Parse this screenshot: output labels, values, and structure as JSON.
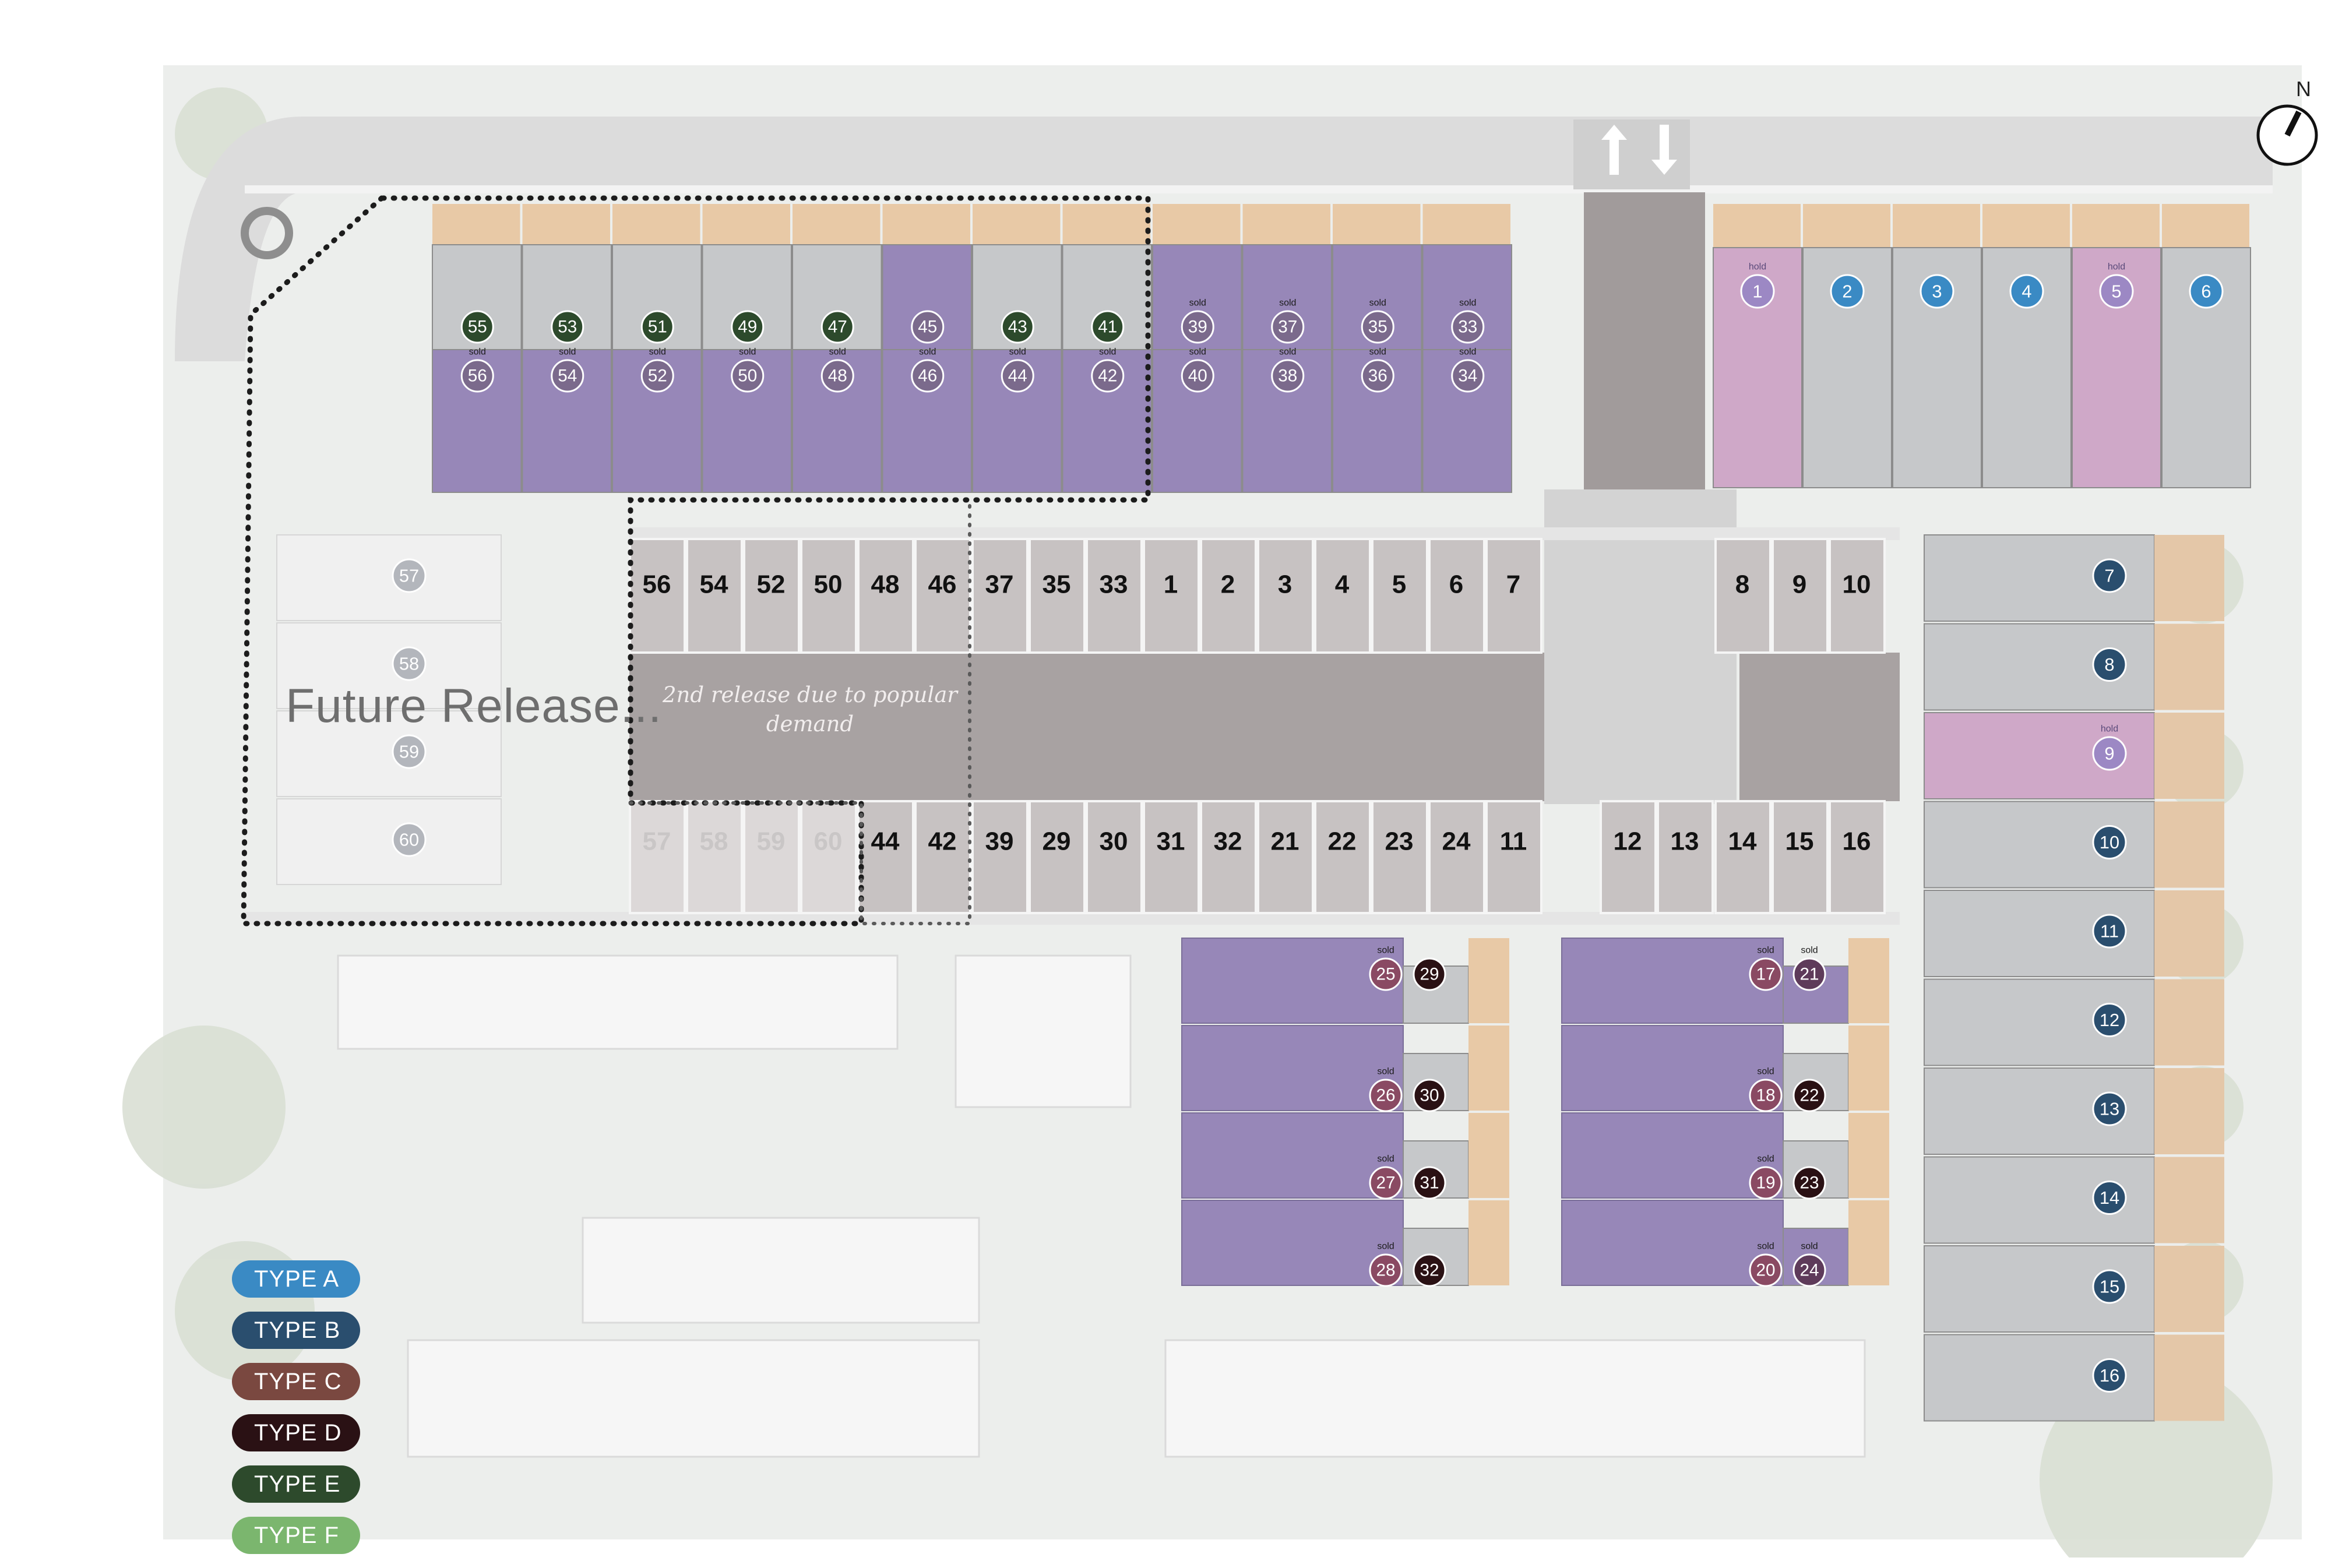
{
  "colors": {
    "type_a": "#3a8ac4",
    "type_b": "#2a4e6e",
    "type_c": "#7a4840",
    "type_d": "#2a1114",
    "type_e": "#2d4a2c",
    "type_f": "#7bb66e",
    "sold_purple": "#9787b8",
    "hold_pink": "#cfa8c8",
    "available_grey": "#c6c8ca",
    "road": "#a8a2a2",
    "badge_sold": "#7b6a8c",
    "badge_pink": "#8a4a63"
  },
  "legend": [
    {
      "label": "TYPE A",
      "color": "#3a8ac4"
    },
    {
      "label": "TYPE B",
      "color": "#2a4e6e"
    },
    {
      "label": "TYPE C",
      "color": "#7a4840"
    },
    {
      "label": "TYPE D",
      "color": "#2a1114"
    },
    {
      "label": "TYPE E",
      "color": "#2d4a2c"
    },
    {
      "label": "TYPE F",
      "color": "#7bb66e"
    }
  ],
  "labels": {
    "future_release": "Future Release...",
    "second_release": "2nd release due to popular demand",
    "north": "N",
    "sold": "sold",
    "hold": "hold"
  },
  "lots": [
    {
      "number": "55",
      "type": "E",
      "status": "available"
    },
    {
      "number": "53",
      "type": "E",
      "status": "available"
    },
    {
      "number": "51",
      "type": "E",
      "status": "available"
    },
    {
      "number": "49",
      "type": "E",
      "status": "available"
    },
    {
      "number": "47",
      "type": "E",
      "status": "available"
    },
    {
      "number": "45",
      "type": "E",
      "status": "sold-unlabeled"
    },
    {
      "number": "43",
      "type": "E",
      "status": "available"
    },
    {
      "number": "41",
      "type": "E",
      "status": "available"
    },
    {
      "number": "39",
      "type": "E",
      "status": "sold"
    },
    {
      "number": "37",
      "type": "E",
      "status": "sold"
    },
    {
      "number": "35",
      "type": "E",
      "status": "sold"
    },
    {
      "number": "33",
      "type": "E",
      "status": "sold"
    },
    {
      "number": "56",
      "type": "E",
      "status": "sold"
    },
    {
      "number": "54",
      "type": "E",
      "status": "sold"
    },
    {
      "number": "52",
      "type": "E",
      "status": "sold"
    },
    {
      "number": "50",
      "type": "E",
      "status": "sold"
    },
    {
      "number": "48",
      "type": "E",
      "status": "sold"
    },
    {
      "number": "46",
      "type": "E",
      "status": "sold"
    },
    {
      "number": "44",
      "type": "E",
      "status": "sold"
    },
    {
      "number": "42",
      "type": "E",
      "status": "sold"
    },
    {
      "number": "40",
      "type": "E",
      "status": "sold"
    },
    {
      "number": "38",
      "type": "E",
      "status": "sold"
    },
    {
      "number": "36",
      "type": "E",
      "status": "sold"
    },
    {
      "number": "34",
      "type": "E",
      "status": "sold"
    },
    {
      "number": "1",
      "type": "A",
      "status": "hold"
    },
    {
      "number": "2",
      "type": "A",
      "status": "available"
    },
    {
      "number": "3",
      "type": "A",
      "status": "available"
    },
    {
      "number": "4",
      "type": "A",
      "status": "available"
    },
    {
      "number": "5",
      "type": "A",
      "status": "hold"
    },
    {
      "number": "6",
      "type": "A",
      "status": "available"
    },
    {
      "number": "7",
      "type": "B",
      "status": "available"
    },
    {
      "number": "8",
      "type": "B",
      "status": "available"
    },
    {
      "number": "9",
      "type": "B",
      "status": "hold"
    },
    {
      "number": "10",
      "type": "B",
      "status": "available"
    },
    {
      "number": "11",
      "type": "B",
      "status": "available"
    },
    {
      "number": "12",
      "type": "B",
      "status": "available"
    },
    {
      "number": "13",
      "type": "B",
      "status": "available"
    },
    {
      "number": "14",
      "type": "B",
      "status": "available"
    },
    {
      "number": "15",
      "type": "B",
      "status": "available"
    },
    {
      "number": "16",
      "type": "B",
      "status": "available"
    },
    {
      "number": "25",
      "type": "C",
      "status": "sold"
    },
    {
      "number": "26",
      "type": "C",
      "status": "sold"
    },
    {
      "number": "27",
      "type": "C",
      "status": "sold"
    },
    {
      "number": "28",
      "type": "C",
      "status": "sold"
    },
    {
      "number": "29",
      "type": "D",
      "status": "available"
    },
    {
      "number": "30",
      "type": "D",
      "status": "available"
    },
    {
      "number": "31",
      "type": "D",
      "status": "available"
    },
    {
      "number": "32",
      "type": "D",
      "status": "available"
    },
    {
      "number": "17",
      "type": "C",
      "status": "sold"
    },
    {
      "number": "18",
      "type": "C",
      "status": "sold"
    },
    {
      "number": "19",
      "type": "C",
      "status": "sold"
    },
    {
      "number": "20",
      "type": "C",
      "status": "sold"
    },
    {
      "number": "21",
      "type": "D",
      "status": "sold"
    },
    {
      "number": "22",
      "type": "D",
      "status": "available"
    },
    {
      "number": "23",
      "type": "D",
      "status": "available"
    },
    {
      "number": "24",
      "type": "D",
      "status": "sold"
    },
    {
      "number": "57",
      "type": "future",
      "status": "future"
    },
    {
      "number": "58",
      "type": "future",
      "status": "future"
    },
    {
      "number": "59",
      "type": "future",
      "status": "future"
    },
    {
      "number": "60",
      "type": "future",
      "status": "future"
    }
  ],
  "parking_top": [
    "56",
    "54",
    "52",
    "50",
    "48",
    "46",
    "37",
    "35",
    "33",
    "1",
    "2",
    "3",
    "4",
    "5",
    "6",
    "7",
    "8",
    "9",
    "10"
  ],
  "parking_bottom": [
    "57",
    "58",
    "59",
    "60",
    "44",
    "42",
    "39",
    "29",
    "30",
    "31",
    "32",
    "21",
    "22",
    "23",
    "24",
    "11",
    "12",
    "13",
    "14",
    "15",
    "16"
  ]
}
